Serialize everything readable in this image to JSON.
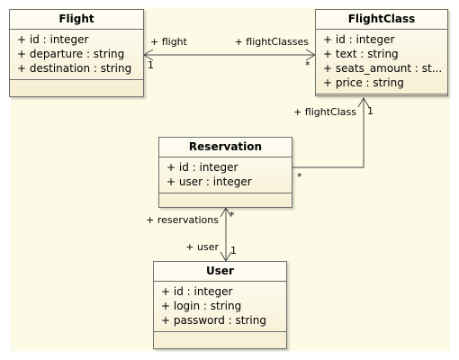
{
  "classes": {
    "flight": {
      "name": "Flight",
      "attributes": [
        "+ id : integer",
        "+ departure : string",
        "+ destination : string"
      ]
    },
    "flight_class": {
      "name": "FlightClass",
      "attributes": [
        "+ id : integer",
        "+ text : string",
        "+ seats_amount : st...",
        "+ price : string"
      ]
    },
    "reservation": {
      "name": "Reservation",
      "attributes": [
        "+ id : integer",
        "+ user : integer"
      ]
    },
    "user": {
      "name": "User",
      "attributes": [
        "+ id : integer",
        "+ login : string",
        "+ password : string"
      ]
    }
  },
  "associations": {
    "flight_flightclass": {
      "role_a": "+ flight",
      "mult_a": "1",
      "role_b": "+ flightClasses",
      "mult_b": "*"
    },
    "reservation_flightclass": {
      "role": "+ flightClass",
      "mult_top": "1",
      "mult_bottom": "*"
    },
    "reservation_user": {
      "role_top": "+ reservations",
      "mult_top": "*",
      "role_bottom": "+ user",
      "mult_bottom": "1"
    }
  },
  "colors": {
    "canvas": "#fcfbe6",
    "border": "#6e6e6e",
    "line": "#4a4a4a"
  }
}
